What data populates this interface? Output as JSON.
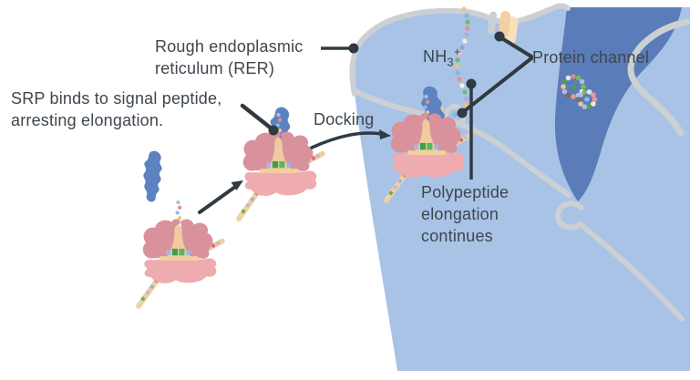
{
  "diagram": {
    "labels": {
      "rer_line1": "Rough endoplasmic",
      "rer_line2": "reticulum (RER)",
      "srp_line1": "SRP binds to signal peptide,",
      "srp_line2": "arresting elongation.",
      "docking": "Docking",
      "nh3_base": "NH",
      "nh3_sub": "3",
      "nh3_sup": "+",
      "protein_channel": "Protein channel",
      "polypeptide": "Polypeptide elongation continues"
    },
    "colors": {
      "background": "#ffffff",
      "cytosol_blue": "#a9c3e6",
      "er_lumen_dark_blue": "#5a7cb8",
      "membrane_gray": "#cdd0d3",
      "ribosome_large_subunit": "#d9929b",
      "ribosome_small_subunit": "#eeabb0",
      "mrna_tan": "#f2cf9f",
      "srp_blue": "#5d82c1",
      "channel_tan": "#f2cfa4",
      "pointer_black": "#2f3a42",
      "text": "#3e464e"
    }
  }
}
